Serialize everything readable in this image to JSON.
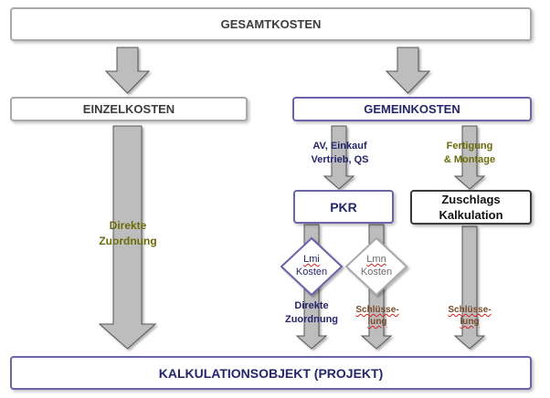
{
  "gesamtkosten": "GESAMTKOSTEN",
  "einzelkosten": "EINZELKOSTEN",
  "gemeinkosten": "GEMEINKOSTEN",
  "direkte_zuordnung_left": [
    "Direkte",
    "Zuordnung"
  ],
  "av_einkauf": [
    "AV, Einkauf",
    "Vertrieb, QS"
  ],
  "fertigung": [
    "Fertigung",
    "& Montage"
  ],
  "pkr": "PKR",
  "zuschlags": [
    "Zuschlags",
    "Kalkulation"
  ],
  "lmi": [
    "Lmi",
    "Kosten"
  ],
  "lmn": [
    "Lmn",
    "Kosten"
  ],
  "direkte_zuordnung_mid": [
    "Direkte",
    "Zuordnung"
  ],
  "schluessel_mid": [
    "Schlüsse-",
    "lung"
  ],
  "schluessel_right": [
    "Schlüsse-",
    "lung"
  ],
  "kalkulationsobjekt": "KALKULATIONSOBJEKT (PROJEKT)",
  "colors": {
    "arrow_fill": "#bdbdbd",
    "arrow_stroke": "#555555",
    "purple_border": "#6a64a8",
    "olive_text": "#6b6b0a",
    "navy_text": "#25256b"
  }
}
